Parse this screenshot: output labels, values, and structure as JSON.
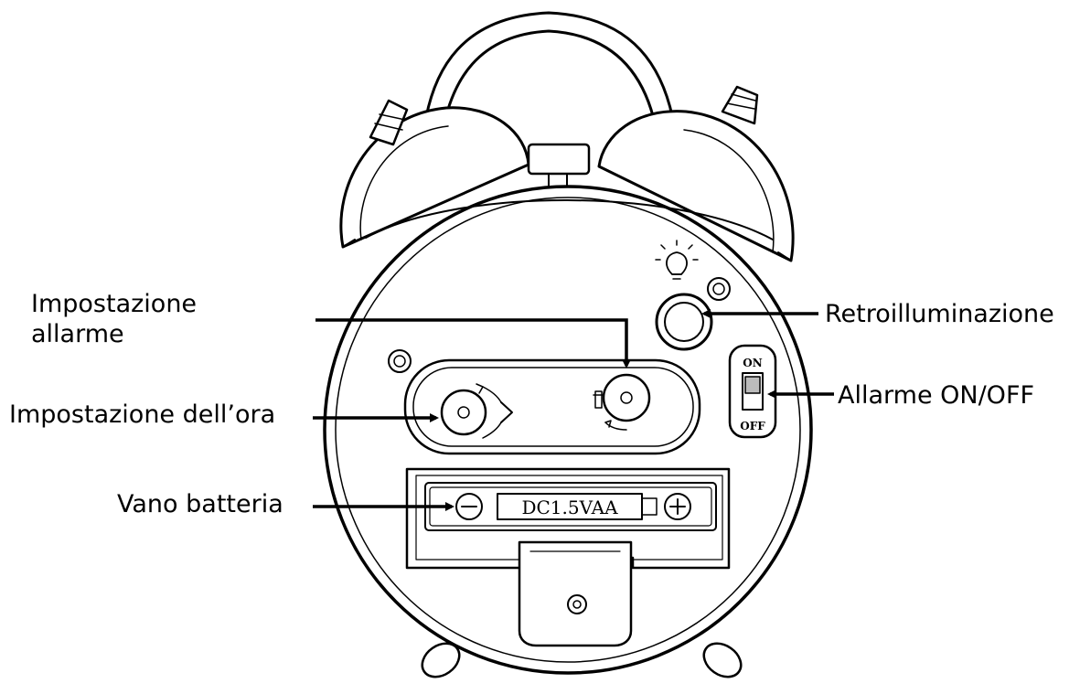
{
  "labels": {
    "alarm_setting_line1": "Impostazione",
    "alarm_setting_line2": "allarme",
    "time_setting": "Impostazione dell’ora",
    "battery_compartment": "Vano batteria",
    "backlight": "Retroilluminazione",
    "alarm_switch": "Allarme ON/OFF"
  },
  "device_markings": {
    "battery_text": "DC1.5VAA",
    "switch_on": "ON",
    "switch_off": "OFF"
  },
  "colors": {
    "line": "#000000",
    "background": "#ffffff"
  }
}
